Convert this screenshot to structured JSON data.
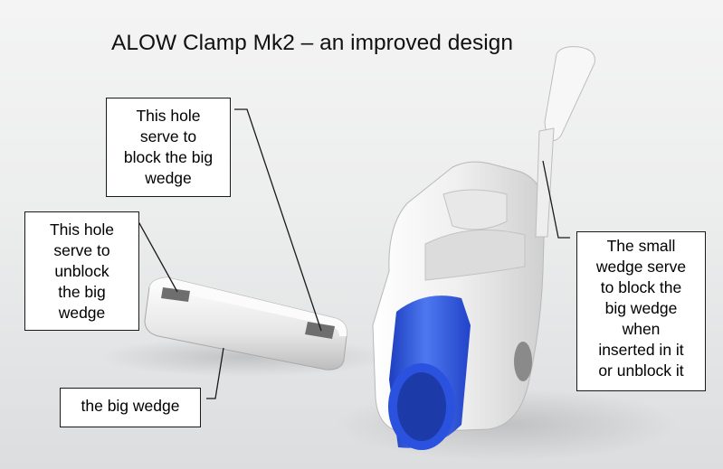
{
  "title": "ALOW Clamp Mk2 – an improved design",
  "callouts": {
    "hole_block": [
      "This hole",
      "serve to",
      "block the big",
      "wedge"
    ],
    "hole_unblock": [
      "This hole",
      "serve to",
      "unblock",
      "the big",
      "wedge"
    ],
    "big_wedge": [
      "the big wedge"
    ],
    "small_wedge": [
      "The small",
      "wedge serve",
      "to block the",
      "big wedge",
      "when",
      "inserted in it",
      "or unblock it"
    ]
  },
  "colors": {
    "part": "#f3f3f3",
    "tube": "#2e57e0",
    "line": "#1a1a1a"
  }
}
